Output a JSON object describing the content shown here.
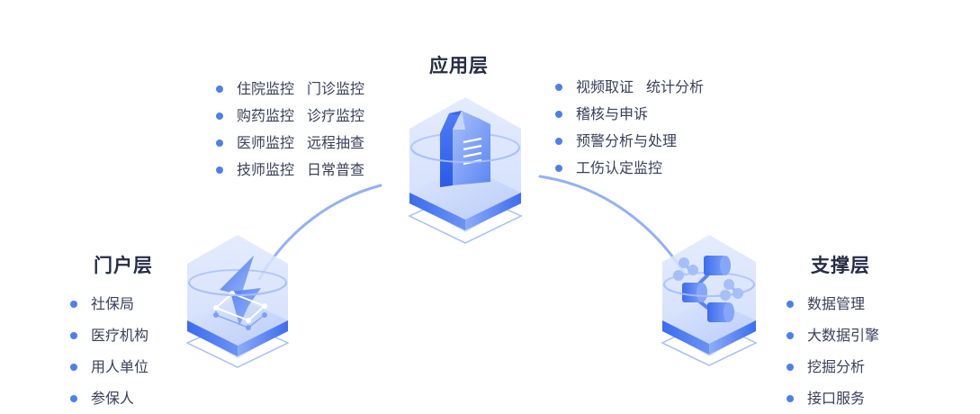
{
  "layers": {
    "application": {
      "title": "应用层",
      "icon": "document-cube-icon",
      "left_list": [
        [
          "住院监控",
          "门诊监控"
        ],
        [
          "购药监控",
          "诊疗监控"
        ],
        [
          "医师监控",
          "远程抽查"
        ],
        [
          "技师监控",
          "日常普查"
        ]
      ],
      "right_list": [
        [
          "视频取证",
          "统计分析"
        ],
        [
          "稽核与申诉"
        ],
        [
          "预警分析与处理"
        ],
        [
          "工伤认定监控"
        ]
      ]
    },
    "portal": {
      "title": "门户层",
      "icon": "lightning-cube-icon",
      "items": [
        "社保局",
        "医疗机构",
        "用人单位",
        "参保人"
      ]
    },
    "support": {
      "title": "支撑层",
      "icon": "database-cube-icon",
      "items": [
        "数据管理",
        "大数据引擎",
        "挖掘分析",
        "接口服务"
      ]
    }
  },
  "colors": {
    "accent": "#4d7ff0",
    "title": "#262c45",
    "text": "#3a4058",
    "connector": "#93b1f6"
  }
}
